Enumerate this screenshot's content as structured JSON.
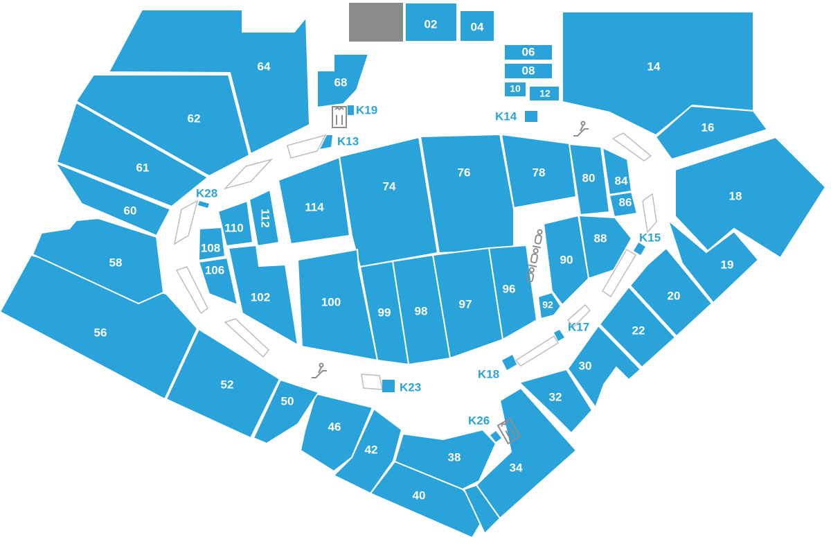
{
  "map": {
    "colors": {
      "unit": "#29a3da",
      "unavailable": "#8c8c8c",
      "kiosk_outline": "#bdbdbd",
      "icon": "#8c8c8c"
    },
    "units": {
      "u02": "02",
      "u04": "04",
      "u06": "06",
      "u08": "08",
      "u10": "10",
      "u12": "12",
      "u14": "14",
      "u16": "16",
      "u18": "18",
      "u19": "19",
      "u20": "20",
      "u22": "22",
      "u30": "30",
      "u32": "32",
      "u34": "34",
      "u38": "38",
      "u40": "40",
      "u42": "42",
      "u46": "46",
      "u50": "50",
      "u52": "52",
      "u56": "56",
      "u58": "58",
      "u60": "60",
      "u61": "61",
      "u62": "62",
      "u64": "64",
      "u68": "68",
      "u74": "74",
      "u76": "76",
      "u78": "78",
      "u80": "80",
      "u84": "84",
      "u86": "86",
      "u88": "88",
      "u90": "90",
      "u92": "92",
      "u96": "96",
      "u97": "97",
      "u98": "98",
      "u99": "99",
      "u100": "100",
      "u102": "102",
      "u106": "106",
      "u108": "108",
      "u110": "110",
      "u112": "112",
      "u114": "114"
    },
    "kiosks": {
      "k13": "K13",
      "k14": "K14",
      "k15": "K15",
      "k17": "K17",
      "k18": "K18",
      "k19": "K19",
      "k23": "K23",
      "k26": "K26",
      "k28": "K28"
    },
    "icons": [
      "elevator-icon",
      "escalator-icon",
      "restroom-icon"
    ]
  }
}
